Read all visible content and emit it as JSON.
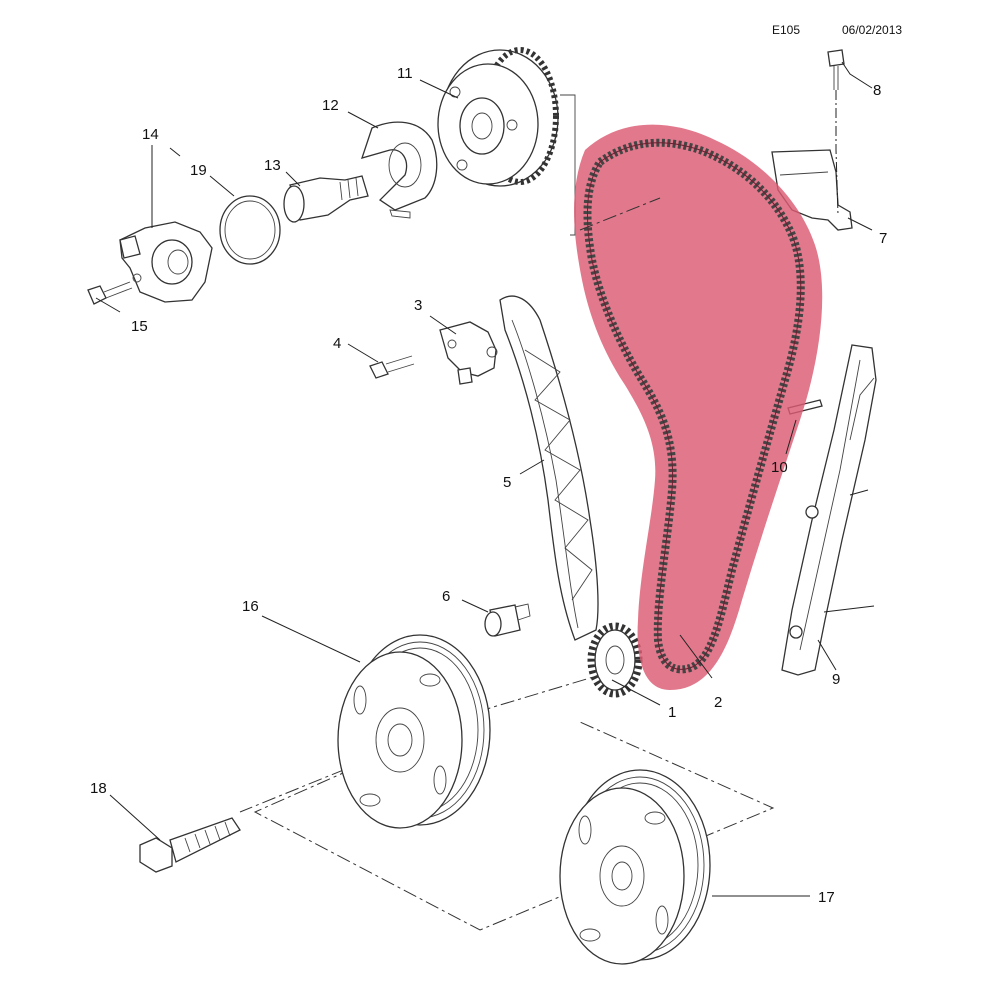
{
  "header": {
    "code": "E105",
    "date": "06/02/2013"
  },
  "highlight_color": "#dc5a73",
  "callouts": [
    {
      "id": "1",
      "text": "1"
    },
    {
      "id": "2",
      "text": "2"
    },
    {
      "id": "3",
      "text": "3"
    },
    {
      "id": "4",
      "text": "4"
    },
    {
      "id": "5",
      "text": "5"
    },
    {
      "id": "6",
      "text": "6"
    },
    {
      "id": "7",
      "text": "7"
    },
    {
      "id": "8",
      "text": "8"
    },
    {
      "id": "9",
      "text": "9"
    },
    {
      "id": "10",
      "text": "10"
    },
    {
      "id": "11",
      "text": "11"
    },
    {
      "id": "12",
      "text": "12"
    },
    {
      "id": "13",
      "text": "13"
    },
    {
      "id": "14",
      "text": "14"
    },
    {
      "id": "15",
      "text": "15"
    },
    {
      "id": "16",
      "text": "16"
    },
    {
      "id": "17",
      "text": "17"
    },
    {
      "id": "18",
      "text": "18"
    },
    {
      "id": "19",
      "text": "19"
    }
  ]
}
